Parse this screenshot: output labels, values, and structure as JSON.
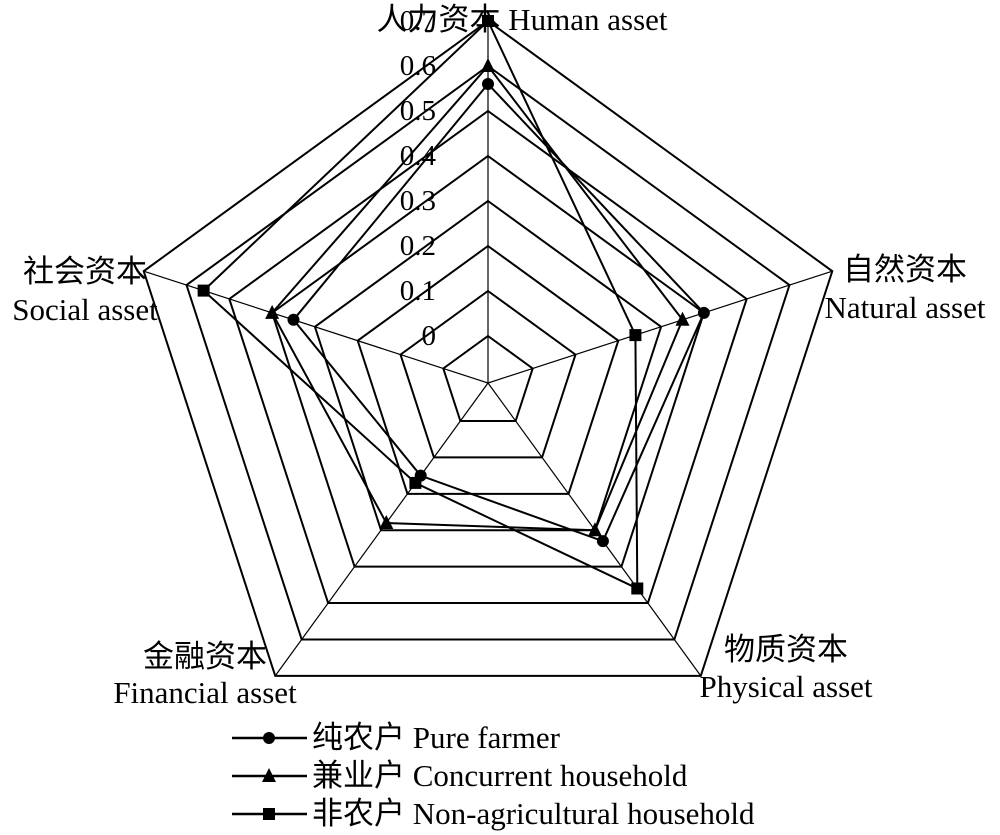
{
  "chart_data": {
    "type": "radar",
    "axes": [
      {
        "cn": "人力资本",
        "en": "Human asset"
      },
      {
        "cn": "自然资本",
        "en": "Natural asset"
      },
      {
        "cn": "物质资本",
        "en": "Physical asset"
      },
      {
        "cn": "金融资本",
        "en": "Financial asset"
      },
      {
        "cn": "社会资本",
        "en": "Social asset"
      }
    ],
    "ticks": [
      "0",
      "0.1",
      "0.2",
      "0.3",
      "0.4",
      "0.5",
      "0.6",
      "0.7"
    ],
    "rlim": [
      0,
      0.7
    ],
    "grid": true,
    "legend_position": "bottom",
    "series": [
      {
        "name": "纯农户 Pure farmer",
        "marker": "circle",
        "values": [
          0.56,
          0.4,
          0.33,
          0.15,
          0.35
        ]
      },
      {
        "name": "兼业户 Concurrent household",
        "marker": "triangle",
        "values": [
          0.6,
          0.35,
          0.3,
          0.28,
          0.4
        ]
      },
      {
        "name": "非农户 Non-agricultural household",
        "marker": "square",
        "values": [
          0.7,
          0.24,
          0.46,
          0.17,
          0.56
        ]
      }
    ]
  }
}
